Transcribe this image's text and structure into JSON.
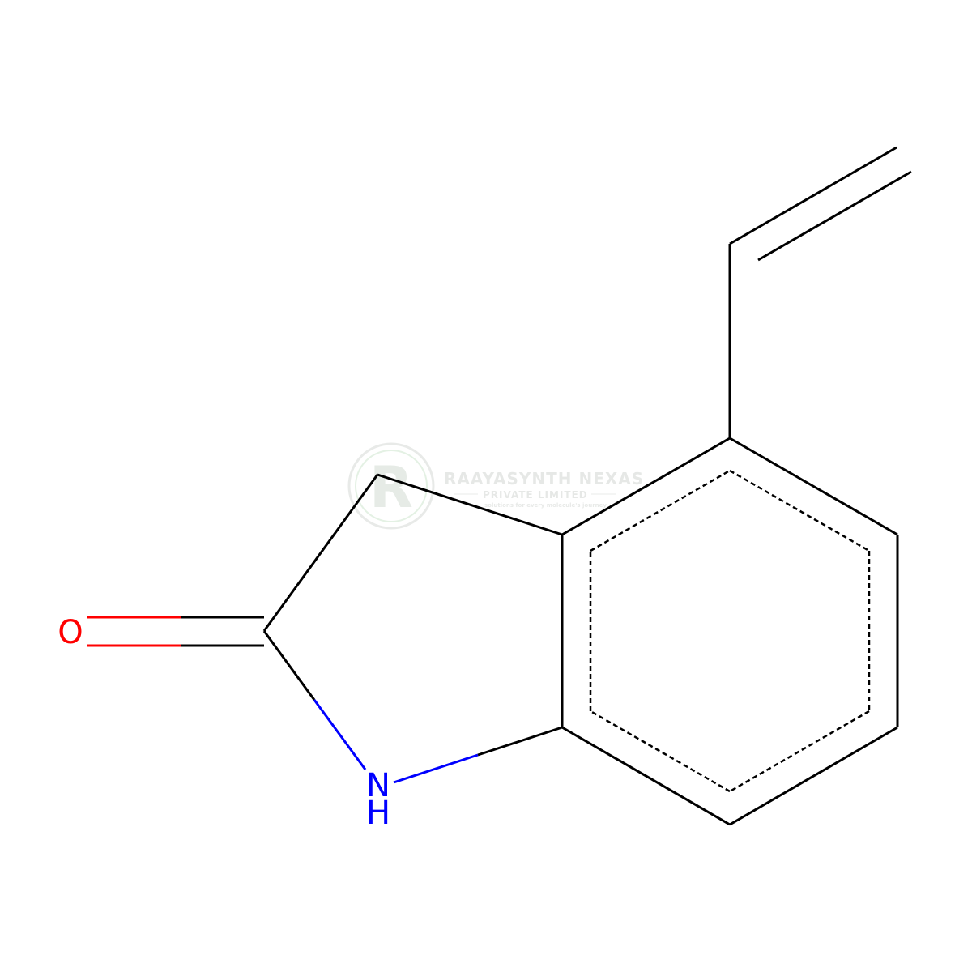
{
  "molecule": {
    "atoms": {
      "oxygen": {
        "symbol": "O"
      },
      "nitrogen": {
        "symbol": "N",
        "hydrogen": "H"
      }
    }
  },
  "watermark": {
    "company": "RAAYASYNTH NEXAS",
    "subtitle": "PRIVATE LIMITED",
    "tagline": "solutions for every molecule's journey",
    "logo_letter": "R"
  },
  "colors": {
    "bond": "#000000",
    "oxygen": "#ff0000",
    "nitrogen": "#0000ff",
    "watermark": "#d9ddd9",
    "watermark_accent": "#cfe6cf"
  }
}
